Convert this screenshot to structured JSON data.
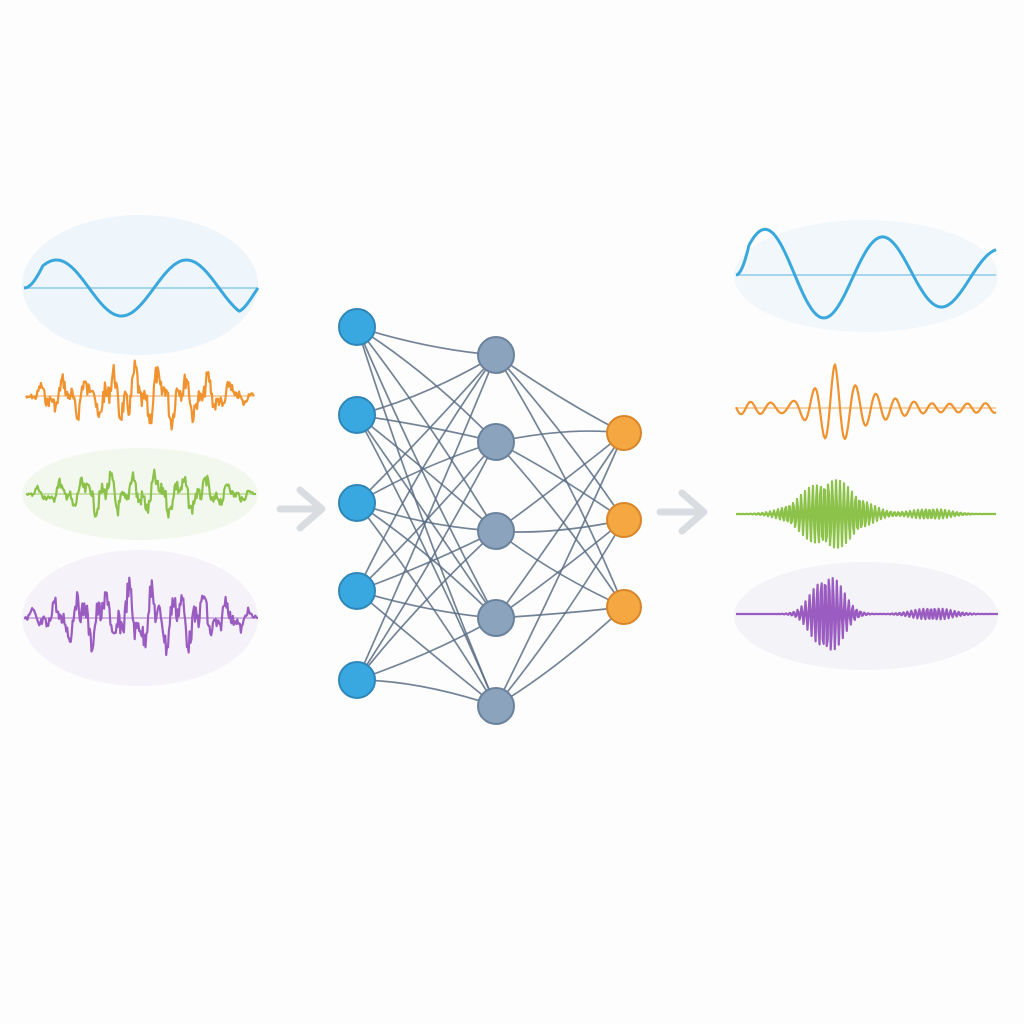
{
  "colors": {
    "background": "#fdfdfd",
    "wave_blue": "#3aa8dc",
    "wave_orange": "#f0922e",
    "wave_green": "#8cc24a",
    "wave_purple": "#9a5cc0",
    "node_blue": "#3aa8e0",
    "node_slate": "#8ba3bd",
    "node_orange": "#f5a742",
    "edge": "#5a6d84",
    "arrow": "#d9dde2"
  },
  "icons": {
    "input_arrow": "right-arrow-icon",
    "output_arrow": "right-arrow-icon"
  },
  "network": {
    "layers": [
      {
        "name": "input",
        "nodes": 5,
        "color": "node_blue"
      },
      {
        "name": "hidden",
        "nodes": 5,
        "color": "node_slate"
      },
      {
        "name": "output",
        "nodes": 3,
        "color": "node_orange"
      }
    ]
  },
  "input_waves": [
    {
      "name": "input-wave-sine",
      "color": "wave_blue",
      "bubble": true,
      "kind": "sine"
    },
    {
      "name": "input-wave-orange",
      "color": "wave_orange",
      "bubble": false,
      "kind": "noisy"
    },
    {
      "name": "input-wave-green",
      "color": "wave_green",
      "bubble": true,
      "kind": "noisy"
    },
    {
      "name": "input-wave-purple",
      "color": "wave_purple",
      "bubble": true,
      "kind": "noisy"
    }
  ],
  "output_waves": [
    {
      "name": "output-wave-sine",
      "color": "wave_blue",
      "bubble": true,
      "kind": "sine"
    },
    {
      "name": "output-wave-orange",
      "color": "wave_orange",
      "bubble": false,
      "kind": "damped"
    },
    {
      "name": "output-wave-green",
      "color": "wave_green",
      "bubble": false,
      "kind": "burst"
    },
    {
      "name": "output-wave-purple",
      "color": "wave_purple",
      "bubble": true,
      "kind": "burst"
    }
  ]
}
